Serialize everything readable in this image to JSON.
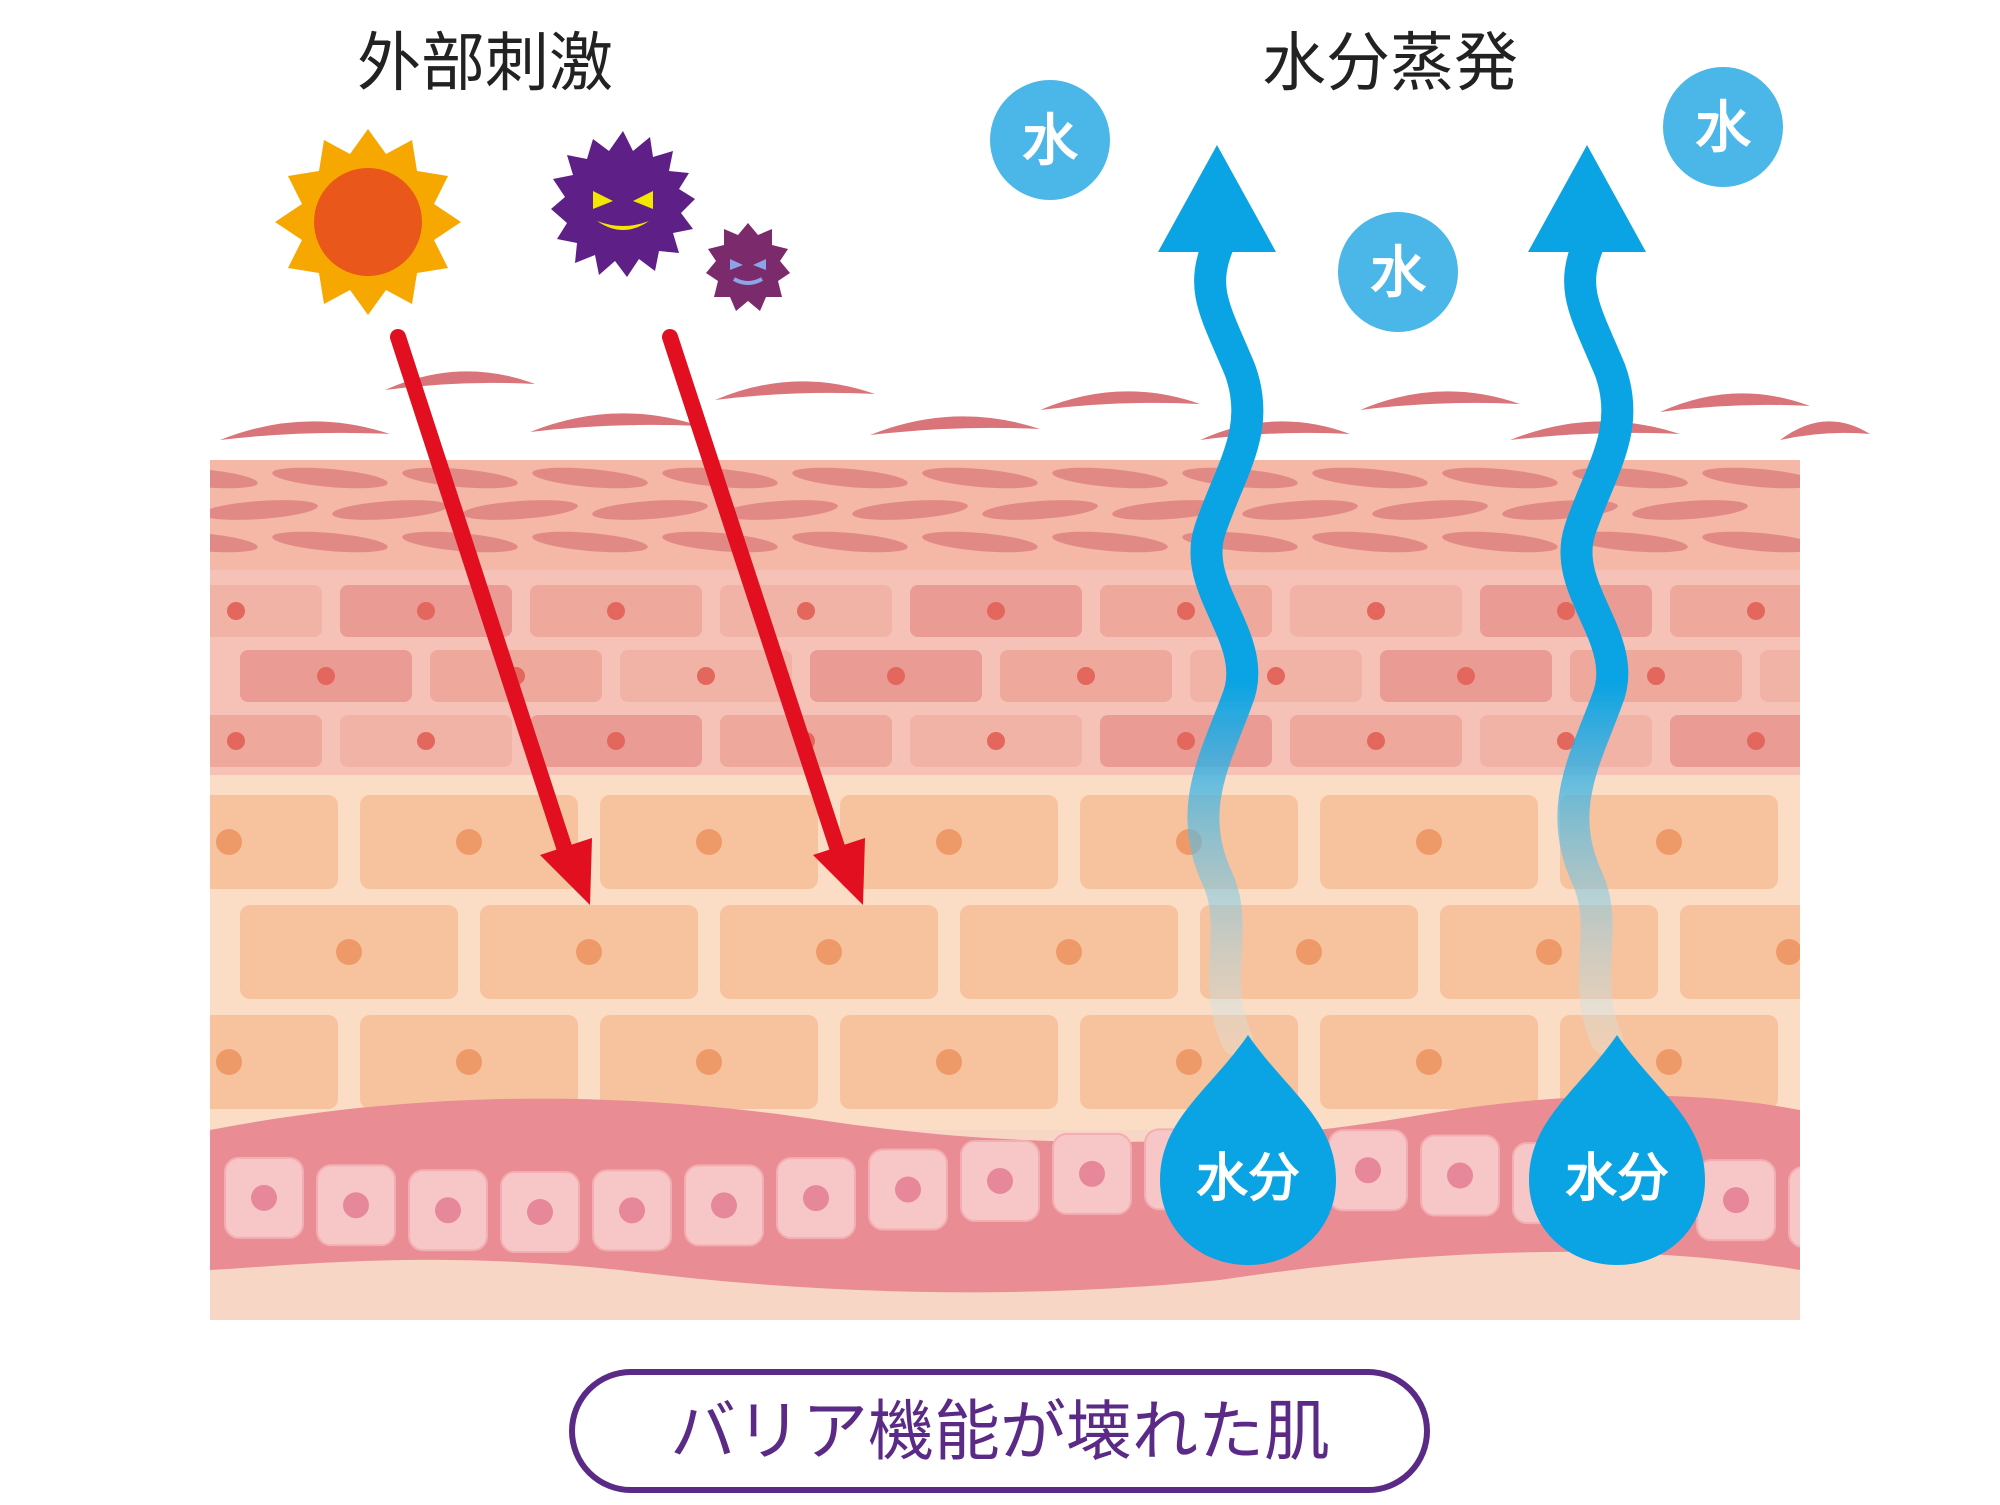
{
  "labels": {
    "external_stimulus": "外部刺激",
    "evaporation": "水分蒸発",
    "water_bubble": "水",
    "moisture": "水分",
    "caption": "バリア機能が壊れた肌"
  },
  "colors": {
    "stimulus_arrow": "#e10f1f",
    "water": "#0aa3e3",
    "water_bubble": "#4bb7e8",
    "sun_core": "#e9571b",
    "sun_rays": "#f6a800",
    "germ_large": "#5e1f87",
    "germ_small": "#7b2a6c",
    "caption_border": "#5a2a86",
    "flake": "#d9747a",
    "stratum_corneum": "#f5b7a6",
    "granular_layer": "#f2aaa0",
    "spinous_layer": "#f8d0b0",
    "basal_layer": "#f4b3b1"
  }
}
